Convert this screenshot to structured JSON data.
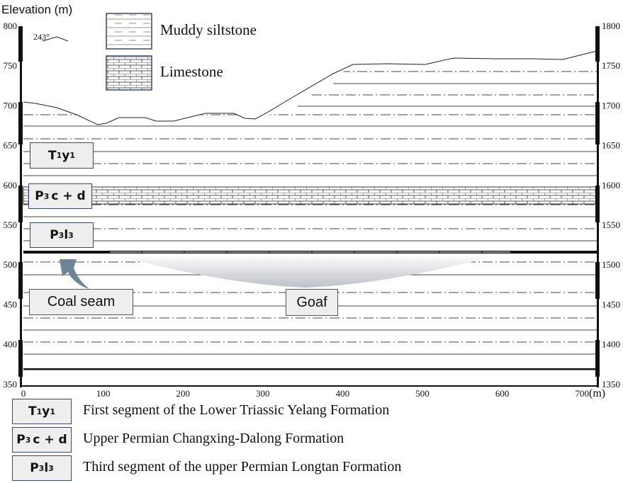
{
  "axis": {
    "y_title": "Elevation (m)",
    "x_unit": "(m)",
    "left_ticks": [
      "800",
      "750",
      "700",
      "650",
      "600",
      "550",
      "500",
      "450",
      "400",
      "350"
    ],
    "right_ticks": [
      "1800",
      "1750",
      "1700",
      "1650",
      "1600",
      "1550",
      "1500",
      "1450",
      "1400",
      "1350"
    ],
    "x_ticks": [
      "0",
      "100",
      "200",
      "300",
      "400",
      "500",
      "600",
      "700"
    ]
  },
  "orientation": {
    "label": "243°"
  },
  "legend": {
    "muddy_siltstone": "Muddy siltstone",
    "limestone": "Limestone"
  },
  "strata_labels": {
    "t1y1": {
      "main": "T",
      "sub": "1",
      "mid": "y",
      "sup": "1"
    },
    "p3cd": {
      "main": "P",
      "sub": "3",
      "rest": "c + d"
    },
    "p3l3": {
      "main": "P",
      "sub": "3",
      "mid": "l",
      "sup": "3"
    }
  },
  "callouts": {
    "coal_seam": "Coal seam",
    "goaf": "Goaf"
  },
  "key": [
    {
      "main": "T",
      "sub": "1",
      "mid": "y",
      "sup": "1",
      "rest": "",
      "text": "First segment of the Lower Triassic Yelang Formation"
    },
    {
      "main": "P",
      "sub": "3",
      "mid": "",
      "sup": "",
      "rest": "c + d",
      "text": "Upper Permian Changxing-Dalong Formation"
    },
    {
      "main": "P",
      "sub": "3",
      "mid": "l",
      "sup": "3",
      "rest": "",
      "text": "Third segment of the upper Permian Longtan Formation"
    }
  ],
  "colors": {
    "frame": "#000000",
    "box_border": "#3a4a66",
    "box_fill": "#eeeeee",
    "goaf": "#c8ccd2",
    "arrow": "#6f8496"
  }
}
